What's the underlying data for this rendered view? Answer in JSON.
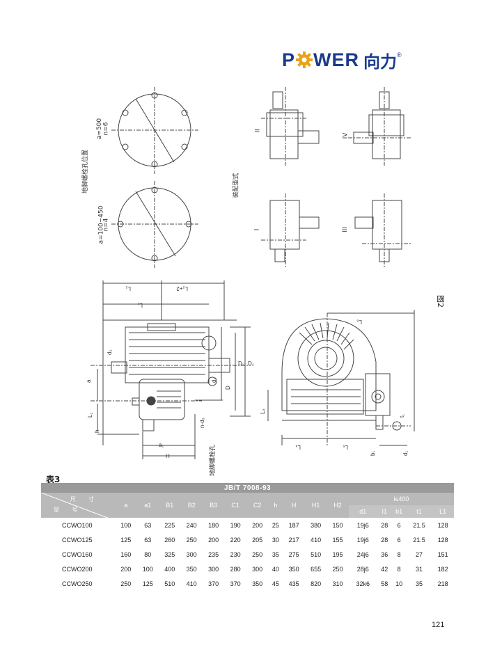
{
  "logo": {
    "brand": "P",
    "brand_rest": "WER",
    "chinese": "向力",
    "reg": "®",
    "color": "#1a3a8c",
    "gear_color": "#e8a317"
  },
  "figure": {
    "label_bolt_holes": "地脚螺栓孔位置",
    "label_a500": "a=500",
    "label_n6": "n=6",
    "label_a100": "a=100~450",
    "label_n4": "n=4",
    "label_assembly": "装配型式",
    "assembly_types": [
      "II",
      "IV",
      "I",
      "III"
    ],
    "label_anchor": "地脚螺栓孔",
    "fig_name": "图2"
  },
  "table": {
    "title": "表3",
    "standard": "JB/T 7008-93",
    "corner_top": "尺 寸",
    "corner_bottom": "型 号",
    "columns": [
      "a",
      "a1",
      "B1",
      "B2",
      "B3",
      "C1",
      "C2",
      "h",
      "H",
      "H1",
      "H2"
    ],
    "ratio_group": "i≤400",
    "ratio_columns": [
      "d1",
      "l1",
      "b1",
      "t1",
      "L1"
    ],
    "rows": [
      {
        "model": "CCWO100",
        "values": [
          "100",
          "63",
          "225",
          "240",
          "180",
          "190",
          "200",
          "25",
          "187",
          "380",
          "150",
          "19j6",
          "28",
          "6",
          "21.5",
          "128"
        ]
      },
      {
        "model": "CCWO125",
        "values": [
          "125",
          "63",
          "260",
          "250",
          "200",
          "220",
          "205",
          "30",
          "217",
          "410",
          "155",
          "19j6",
          "28",
          "6",
          "21.5",
          "128"
        ]
      },
      {
        "model": "CCWO160",
        "values": [
          "160",
          "80",
          "325",
          "300",
          "235",
          "230",
          "250",
          "35",
          "275",
          "510",
          "195",
          "24j6",
          "36",
          "8",
          "27",
          "151"
        ]
      },
      {
        "model": "CCWO200",
        "values": [
          "200",
          "100",
          "400",
          "350",
          "300",
          "280",
          "300",
          "40",
          "350",
          "655",
          "250",
          "28j6",
          "42",
          "8",
          "31",
          "182"
        ]
      },
      {
        "model": "CCWO250",
        "values": [
          "250",
          "125",
          "510",
          "410",
          "370",
          "370",
          "350",
          "45",
          "435",
          "820",
          "310",
          "32k6",
          "58",
          "10",
          "35",
          "218"
        ]
      }
    ]
  },
  "page_number": "121"
}
